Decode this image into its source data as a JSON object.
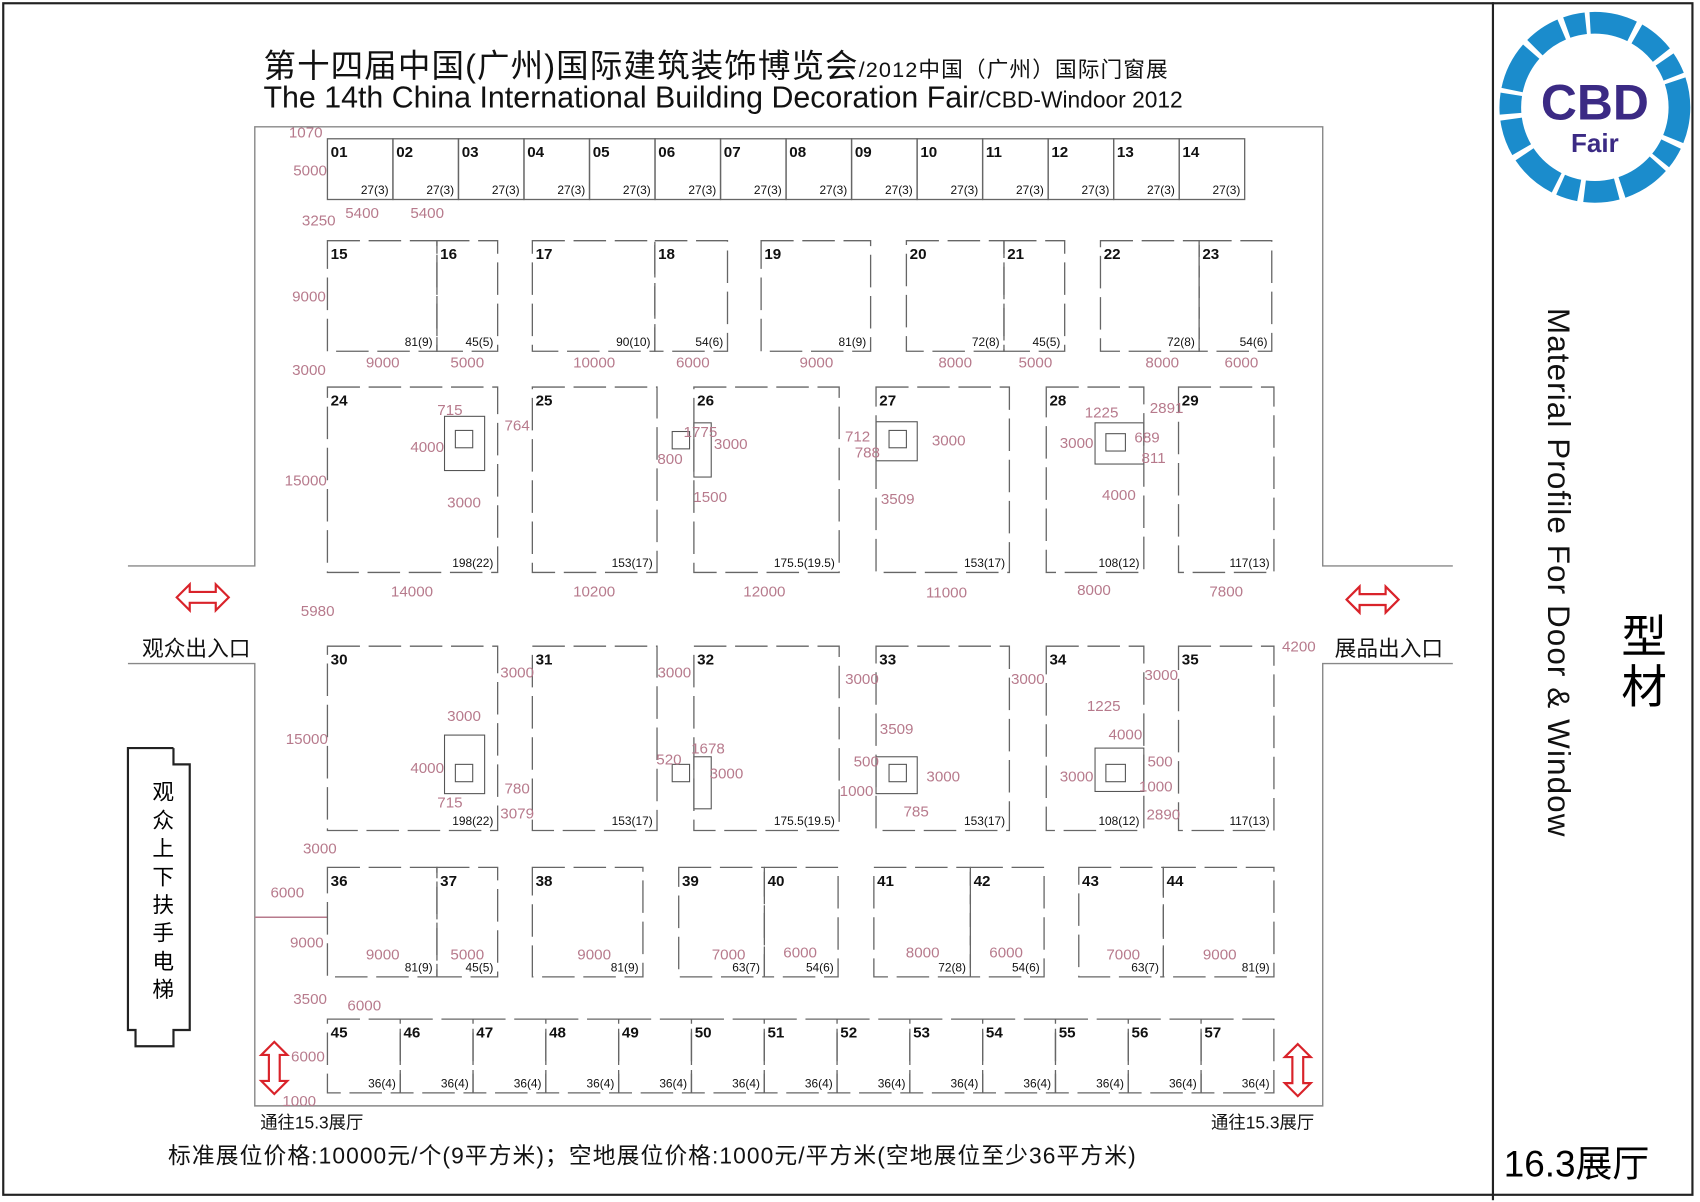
{
  "header": {
    "title_cn": "第十四届中国(广州)国际建筑装饰博览会",
    "title_cn_sub": "/2012中国（广州）国际门窗展",
    "title_en": "The 14th China International Building Decoration Fair",
    "title_en_sub": "/CBD-Windoor 2012"
  },
  "logo": {
    "main": "CBD",
    "sub": "Fair",
    "ring_color": "#1b8ccc",
    "text_color": "#3b2a84"
  },
  "side": {
    "category_en": "Material Profile For Door & Window",
    "category_cn": "型材",
    "hall": "16.3展厅"
  },
  "entrances": {
    "visitor": "观众出入口",
    "exhibit": "展品出入口",
    "escalator": "观众上下扶手电梯",
    "to_hall_left": "通往15.3展厅",
    "to_hall_right": "通往15.3展厅"
  },
  "footer": {
    "pricing": "标准展位价格:10000元/个(9平方米)；空地展位价格:1000元/平方米(空地展位至少36平方米)"
  },
  "colors": {
    "dimension": "#b77a8c",
    "arrow": "#d9232a",
    "booth_line": "#666666"
  },
  "booths": [
    {
      "no": "01",
      "area": "27(3)"
    },
    {
      "no": "02",
      "area": "27(3)"
    },
    {
      "no": "03",
      "area": "27(3)"
    },
    {
      "no": "04",
      "area": "27(3)"
    },
    {
      "no": "05",
      "area": "27(3)"
    },
    {
      "no": "06",
      "area": "27(3)"
    },
    {
      "no": "07",
      "area": "27(3)"
    },
    {
      "no": "08",
      "area": "27(3)"
    },
    {
      "no": "09",
      "area": "27(3)"
    },
    {
      "no": "10",
      "area": "27(3)"
    },
    {
      "no": "11",
      "area": "27(3)"
    },
    {
      "no": "12",
      "area": "27(3)"
    },
    {
      "no": "13",
      "area": "27(3)"
    },
    {
      "no": "14",
      "area": "27(3)"
    },
    {
      "no": "15",
      "area": "81(9)"
    },
    {
      "no": "16",
      "area": "45(5)"
    },
    {
      "no": "17",
      "area": "90(10)"
    },
    {
      "no": "18",
      "area": "54(6)"
    },
    {
      "no": "19",
      "area": "81(9)"
    },
    {
      "no": "20",
      "area": "72(8)"
    },
    {
      "no": "21",
      "area": "45(5)"
    },
    {
      "no": "22",
      "area": "72(8)"
    },
    {
      "no": "23",
      "area": "54(6)"
    },
    {
      "no": "24",
      "area": "198(22)"
    },
    {
      "no": "25",
      "area": "153(17)"
    },
    {
      "no": "26",
      "area": "175.5(19.5)"
    },
    {
      "no": "27",
      "area": "153(17)"
    },
    {
      "no": "28",
      "area": "108(12)"
    },
    {
      "no": "29",
      "area": "117(13)"
    },
    {
      "no": "30",
      "area": "198(22)"
    },
    {
      "no": "31",
      "area": "153(17)"
    },
    {
      "no": "32",
      "area": "175.5(19.5)"
    },
    {
      "no": "33",
      "area": "153(17)"
    },
    {
      "no": "34",
      "area": "108(12)"
    },
    {
      "no": "35",
      "area": "117(13)"
    },
    {
      "no": "36",
      "area": "81(9)"
    },
    {
      "no": "37",
      "area": "45(5)"
    },
    {
      "no": "38",
      "area": "81(9)"
    },
    {
      "no": "39",
      "area": "63(7)"
    },
    {
      "no": "40",
      "area": "54(6)"
    },
    {
      "no": "41",
      "area": "72(8)"
    },
    {
      "no": "42",
      "area": "54(6)"
    },
    {
      "no": "43",
      "area": "63(7)"
    },
    {
      "no": "44",
      "area": "81(9)"
    },
    {
      "no": "45",
      "area": "36(4)"
    },
    {
      "no": "46",
      "area": "36(4)"
    },
    {
      "no": "47",
      "area": "36(4)"
    },
    {
      "no": "48",
      "area": "36(4)"
    },
    {
      "no": "49",
      "area": "36(4)"
    },
    {
      "no": "50",
      "area": "36(4)"
    },
    {
      "no": "51",
      "area": "36(4)"
    },
    {
      "no": "52",
      "area": "36(4)"
    },
    {
      "no": "53",
      "area": "36(4)"
    },
    {
      "no": "54",
      "area": "36(4)"
    },
    {
      "no": "55",
      "area": "36(4)"
    },
    {
      "no": "56",
      "area": "36(4)"
    },
    {
      "no": "57",
      "area": "36(4)"
    }
  ],
  "dimensions": [
    "1070",
    "5000",
    "3250",
    "5400",
    "5400",
    "9000",
    "3000",
    "9000",
    "5000",
    "10000",
    "6000",
    "9000",
    "8000",
    "5000",
    "8000",
    "6000",
    "15000",
    "14000",
    "10200",
    "12000",
    "11000",
    "8000",
    "7800",
    "5980",
    "4200",
    "15000",
    "3000",
    "6000",
    "9000",
    "3500",
    "6000",
    "6000",
    "1000",
    "715",
    "764",
    "4000",
    "3000",
    "3000",
    "4000",
    "715",
    "780",
    "3079",
    "3000",
    "3000",
    "3000",
    "3000",
    "3000",
    "3000",
    "1500",
    "800",
    "1775",
    "712",
    "3000",
    "788",
    "3509",
    "1225",
    "2891",
    "3000",
    "689",
    "811",
    "4000",
    "1678",
    "3000",
    "520",
    "3509",
    "500",
    "1000",
    "3000",
    "785",
    "1225",
    "4000",
    "500",
    "3000",
    "1000",
    "2890",
    "9000",
    "5000",
    "9000",
    "7000",
    "6000",
    "8000",
    "6000",
    "7000",
    "9000"
  ]
}
